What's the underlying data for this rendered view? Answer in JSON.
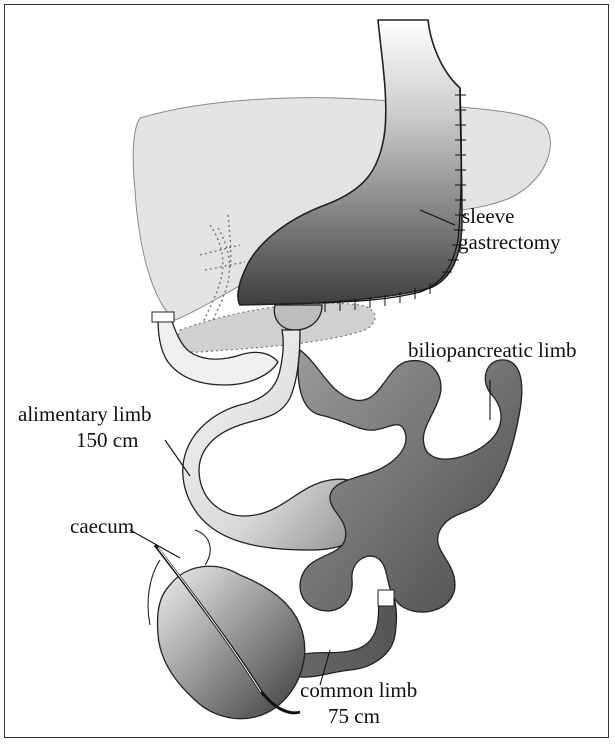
{
  "labels": {
    "sleeve": [
      "sleeve",
      "gastrectomy"
    ],
    "biliopancreatic": "biliopancreatic limb",
    "alimentary": [
      "alimentary limb",
      "150 cm"
    ],
    "caecum": "caecum",
    "common": [
      "common limb",
      "75 cm"
    ]
  },
  "colors": {
    "liver_fill": "#e3e3e3",
    "stomach_dark": "#4a4a4a",
    "bilio_dark": "#555555",
    "alimentary_light": "#f4f4f4",
    "caecum_dark": "#3f3f3f"
  }
}
